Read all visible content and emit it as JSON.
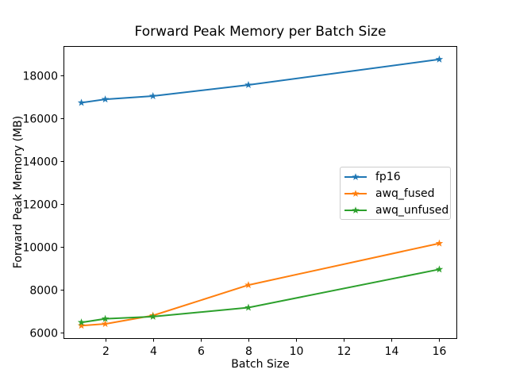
{
  "chart_data": {
    "type": "line",
    "title": "Forward Peak Memory per Batch Size",
    "xlabel": "Batch Size",
    "ylabel": "Forward Peak Memory (MB)",
    "x": [
      1,
      2,
      4,
      8,
      16
    ],
    "series": [
      {
        "name": "fp16",
        "color": "#1f77b4",
        "marker": "star",
        "values": [
          16720,
          16880,
          17030,
          17550,
          18740
        ]
      },
      {
        "name": "awq_fused",
        "color": "#ff7f0e",
        "marker": "star",
        "values": [
          6340,
          6420,
          6810,
          8230,
          10170
        ]
      },
      {
        "name": "awq_unfused",
        "color": "#2ca02c",
        "marker": "star",
        "values": [
          6490,
          6660,
          6760,
          7180,
          8960
        ]
      }
    ],
    "xticks": [
      2,
      4,
      6,
      8,
      10,
      12,
      14,
      16
    ],
    "yticks": [
      6000,
      8000,
      10000,
      12000,
      14000,
      16000,
      18000
    ],
    "xlim": [
      0.25,
      16.75
    ],
    "ylim": [
      5720,
      19360
    ],
    "grid": false,
    "legend": {
      "position": "center right",
      "items": [
        "fp16",
        "awq_fused",
        "awq_unfused"
      ]
    },
    "background_color": "#ffffff",
    "axis_color": "#000000"
  }
}
